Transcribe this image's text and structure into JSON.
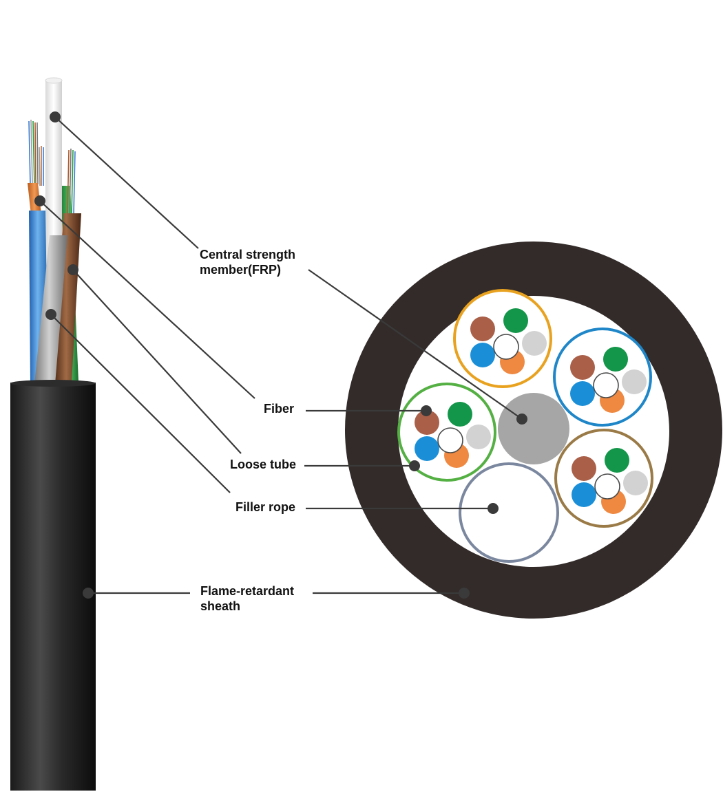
{
  "labels": {
    "central_strength_member": {
      "line1": "Central strength",
      "line2": "member(FRP)"
    },
    "fiber": "Fiber",
    "loose_tube": "Loose tube",
    "filler_rope": "Filler rope",
    "flame_retardant_sheath": {
      "line1": "Flame-retardant",
      "line2": "sheath"
    }
  },
  "colors": {
    "sheath": "#322b29",
    "frp": "#a6a6a6",
    "tube_orange": "#e8a21f",
    "tube_blue": "#1f86c8",
    "tube_green": "#55b044",
    "tube_olive": "#9a7a46",
    "filler_ring": "#7a879e",
    "fiber_brown": "#a95f48",
    "fiber_green": "#14964a",
    "fiber_blue": "#1a8fd8",
    "fiber_orange": "#ef8840",
    "fiber_grey": "#d2d2d2",
    "leader": "#3a3a3a"
  }
}
